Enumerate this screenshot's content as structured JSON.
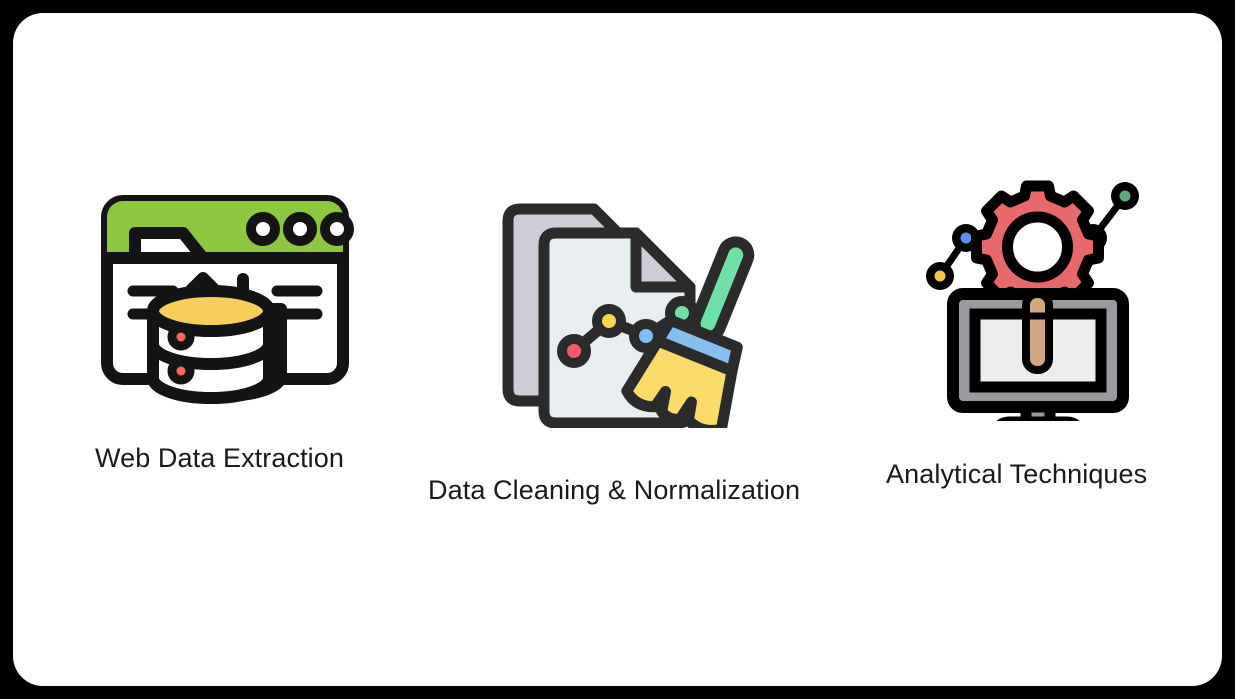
{
  "slide": {
    "background_color": "#000000",
    "panel_color": "#ffffff"
  },
  "items": [
    {
      "id": "web-data-extraction",
      "label": "Web Data Extraction",
      "icon_name": "browser-database-sync-icon",
      "colors": {
        "browser_bar": "#8DC63F",
        "browser_body": "#ffffff",
        "db_top": "#F7CE5B",
        "db_body": "#ffffff",
        "db_dots": "#F4685E",
        "outline": "#141414"
      }
    },
    {
      "id": "data-cleaning-normalization",
      "label": "Data Cleaning & Normalization",
      "icon_name": "documents-broom-cleaning-icon",
      "colors": {
        "back_document": "#CCCDD6",
        "front_document": "#E8EDF0",
        "fold_corner": "#CCCDD6",
        "broom_handle": "#6EE0A8",
        "broom_band": "#85BFF0",
        "broom_bristles": "#FBDC6A",
        "point_red": "#F8596B",
        "point_yellow": "#FBD653",
        "point_blue": "#7DBDF5",
        "point_green": "#6EE0A8",
        "outline": "#2b2b2b"
      }
    },
    {
      "id": "analytical-techniques",
      "label": "Analytical Techniques",
      "icon_name": "monitor-gear-network-icon",
      "colors": {
        "gear": "#E8696B",
        "monitor_frame": "#9A9A9E",
        "monitor_screen": "#EDEDEF",
        "rod": "#D3A581",
        "node_blue": "#5B8FE8",
        "node_yellow": "#F4C64A",
        "node_green": "#5FA882",
        "node_purple": "#A58BE0",
        "outline": "#000000"
      }
    }
  ]
}
